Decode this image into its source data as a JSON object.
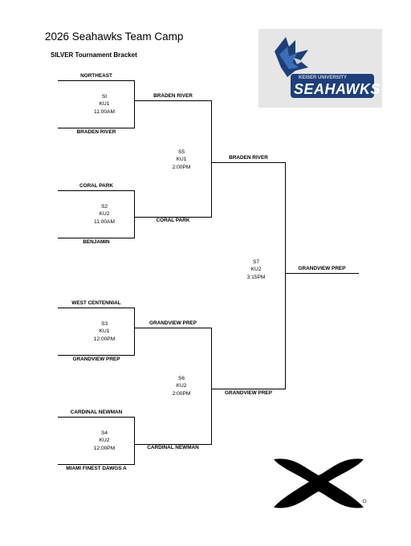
{
  "header": {
    "title": "2026 Seahawks Team Camp",
    "subtitle": "SILVER Tournament Bracket"
  },
  "logo": {
    "university": "KEISER UNIVERSITY",
    "team": "SEAHAWKS",
    "colors": {
      "navy": "#1f3f7a",
      "silver": "#c9cfd8",
      "blue": "#3a6fb6"
    }
  },
  "round1": [
    {
      "top": "NORTHEAST",
      "bottom": "BRADEN RIVER",
      "game": "SI",
      "court": "KU1",
      "time": "11:00AM"
    },
    {
      "top": "CORAL PARK",
      "bottom": "BENJAMIN",
      "game": "S2",
      "court": "KU2",
      "time": "11:00AM"
    },
    {
      "top": "WEST CENTENNIAL",
      "bottom": "GRANDVIEW PREP",
      "game": "S3",
      "court": "KU1",
      "time": "12:00PM"
    },
    {
      "top": "CARDINAL NEWMAN",
      "bottom": "MIAMI FINEST DAWGS A",
      "game": "S4",
      "court": "KU2",
      "time": "12:00PM"
    }
  ],
  "round2": [
    {
      "top": "BRADEN RIVER",
      "bottom": "CORAL PARK",
      "game": "S5",
      "court": "KU1",
      "time": "2:00PM"
    },
    {
      "top": "GRANDVIEW PREP",
      "bottom": "CARDINAL NEWMAN",
      "game": "S6",
      "court": "KU2",
      "time": "2:00PM"
    }
  ],
  "final": {
    "top": "BRADEN RIVER",
    "bottom": "GRANDVIEW PREP",
    "game": "S7",
    "court": "KU2",
    "time": "3:15PM",
    "champion": "GRANDVIEW PREP"
  },
  "sponsor": {
    "icon": "under-armour-logo"
  }
}
